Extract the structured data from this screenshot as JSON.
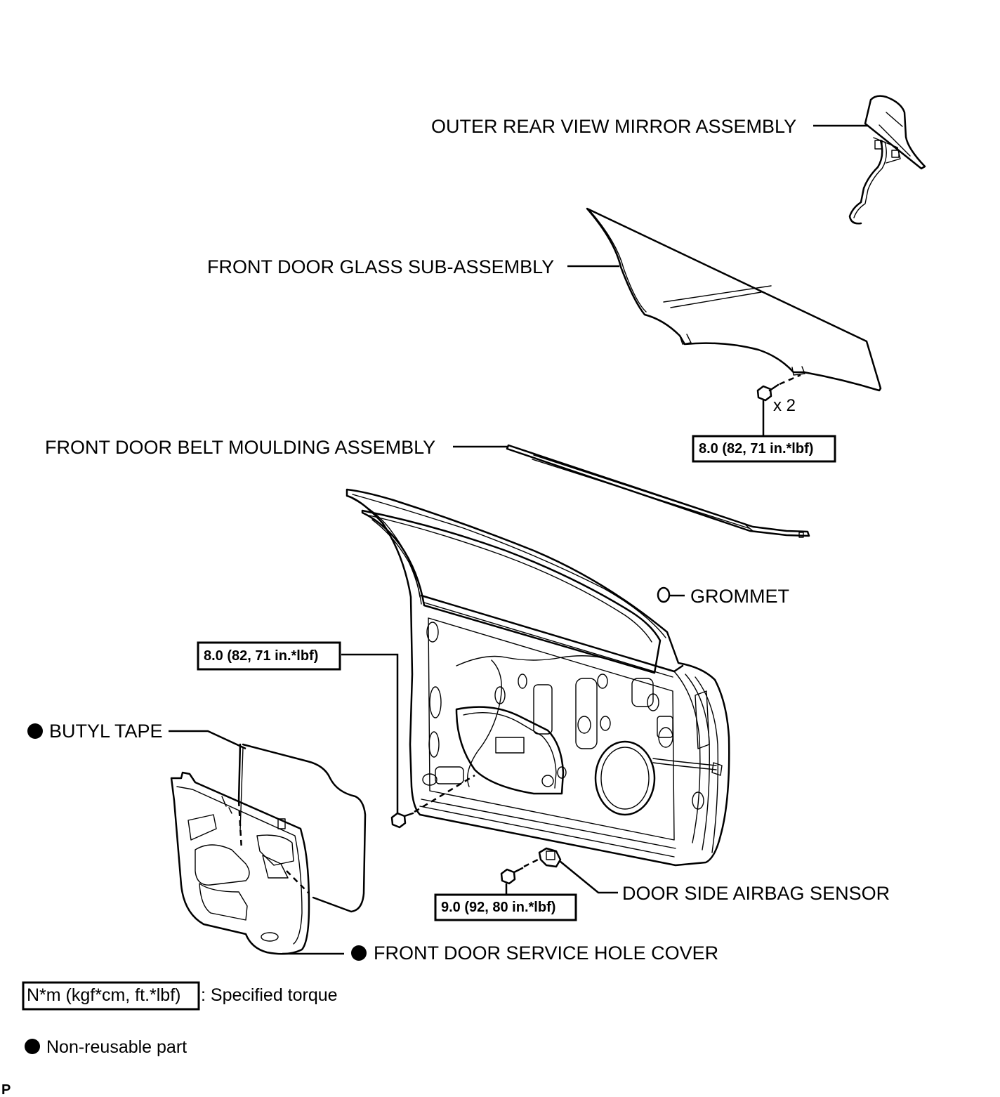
{
  "labels": {
    "mirror": "OUTER REAR VIEW MIRROR ASSEMBLY",
    "glass": "FRONT DOOR GLASS SUB-ASSEMBLY",
    "belt_moulding": "FRONT DOOR BELT MOULDING ASSEMBLY",
    "grommet": "GROMMET",
    "butyl_tape": "BUTYL TAPE",
    "airbag_sensor": "DOOR SIDE AIRBAG SENSOR",
    "service_hole_cover": "FRONT DOOR SERVICE HOLE COVER"
  },
  "quantity": "x 2",
  "torques": {
    "glass_bolt": "8.0 (82, 71 in.*lbf)",
    "regulator_bolt": "8.0 (82, 71 in.*lbf)",
    "airbag_sensor_bolt": "9.0 (92, 80 in.*lbf)"
  },
  "legend": {
    "torque_unit": "N*m (kgf*cm, ft.*lbf)",
    "torque_desc": ": Specified torque",
    "non_reusable": "Non-reusable part"
  },
  "corner_mark": "P"
}
